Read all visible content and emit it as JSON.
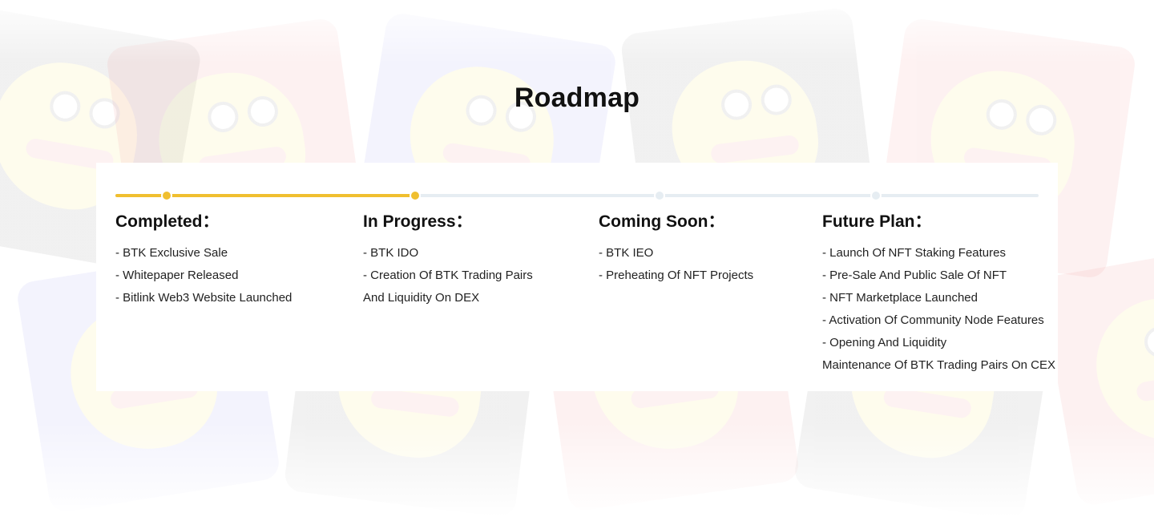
{
  "page": {
    "title": "Roadmap",
    "accent_color": "#f0bf2f",
    "track_color": "#e6edf2"
  },
  "progress": {
    "completed_fraction": 0.327
  },
  "roadmap": {
    "phases": [
      {
        "heading": "Completed：",
        "status": "done",
        "items": [
          "- BTK Exclusive Sale",
          "- Whitepaper Released",
          "- Bitlink Web3 Website Launched"
        ]
      },
      {
        "heading": "In Progress：",
        "status": "done",
        "items": [
          "- BTK IDO",
          "- Creation Of BTK Trading Pairs",
          "And Liquidity On DEX"
        ]
      },
      {
        "heading": "Coming Soon：",
        "status": "todo",
        "items": [
          "- BTK IEO",
          "- Preheating Of NFT Projects"
        ]
      },
      {
        "heading": "Future Plan：",
        "status": "todo",
        "items": [
          "- Launch Of NFT Staking Features",
          "- Pre-Sale And Public Sale Of NFT",
          "- NFT Marketplace Launched",
          "- Activation Of Community Node Features",
          "- Opening And Liquidity",
          "Maintenance Of BTK Trading Pairs On CEX"
        ]
      }
    ]
  },
  "background": {
    "card_colors": [
      "#333333",
      "#e83a3a",
      "#5a55e8",
      "#333333",
      "#e83a3a",
      "#5a55e8",
      "#333333",
      "#e83a3a"
    ]
  }
}
